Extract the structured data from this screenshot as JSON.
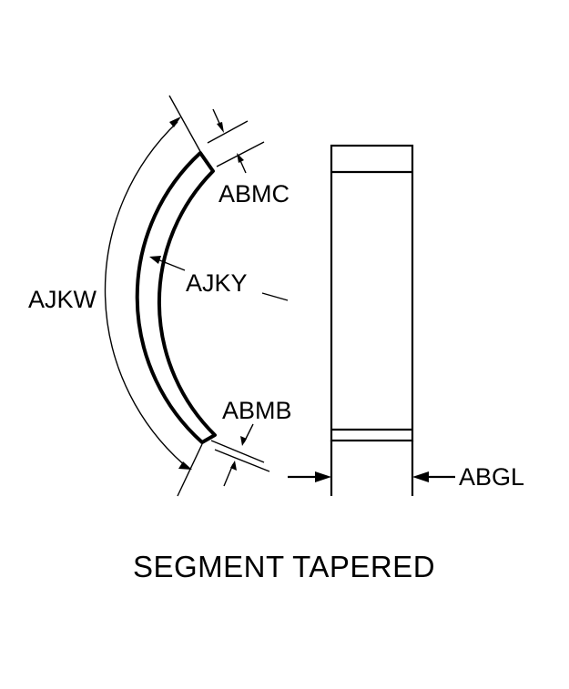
{
  "labels": {
    "abmc": "ABMC",
    "ajky": "AJKY",
    "ajkw": "AJKW",
    "abmb": "ABMB",
    "abgl": "ABGL"
  },
  "title": "SEGMENT TAPERED"
}
